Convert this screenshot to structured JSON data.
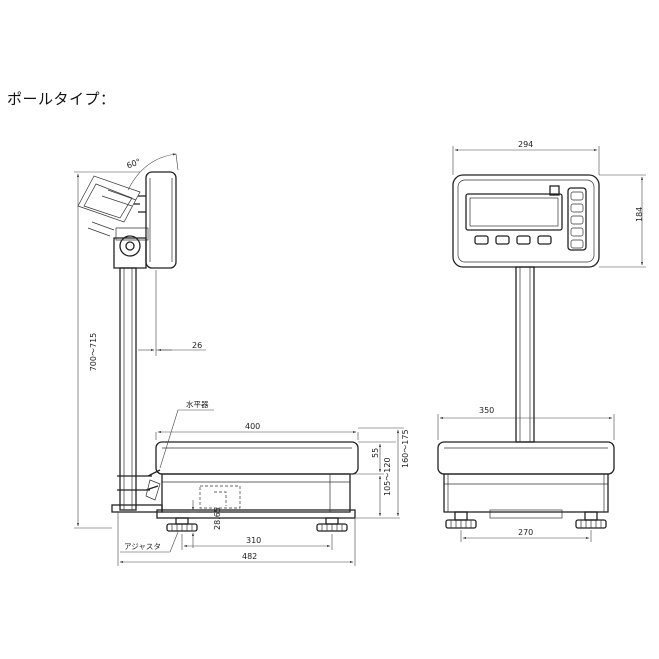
{
  "heading": "ポールタイプ：",
  "side_view": {
    "angle": "60°",
    "total_height": "700～715",
    "display_offset": "26",
    "platform_width": "400",
    "platform_height": "55",
    "frame_height": "105～120",
    "overall_height": "160～175",
    "adjuster_height": "28.65",
    "foot_span": "310",
    "overall_depth": "482",
    "level_label": "水平器",
    "adjuster_label": "アジャスタ"
  },
  "front_view": {
    "display_width": "294",
    "display_height": "184",
    "platform_width": "350",
    "foot_span": "270"
  }
}
